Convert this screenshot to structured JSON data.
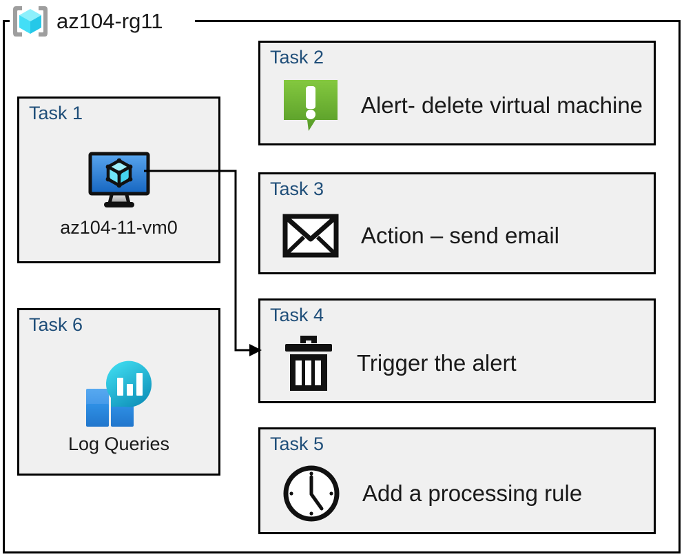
{
  "resource_group": {
    "icon": "resource-group-cube-icon",
    "title": "az104-rg11"
  },
  "colors": {
    "frame_border": "#000000",
    "task_box_fill": "#f0f0f0",
    "task_label_blue": "#1F4E79",
    "caption_black": "#1a1a1a",
    "alert_green_light": "#7FBF3F",
    "alert_green_dark": "#5C9E2C",
    "vm_blue_light": "#4F9BE8",
    "vm_blue_dark": "#1565C0",
    "cube_cyan": "#6EE8F5",
    "log_analytics_cyan": "#32D4E8",
    "log_analytics_blue": "#2A8FE0",
    "rg_icon_cyan": "#4FE3F7",
    "rg_icon_bracket_gray": "#9E9E9E"
  },
  "tasks": [
    {
      "id": "task-1",
      "label": "Task 1",
      "caption": "az104-11-vm0",
      "icon": "virtual-machine-icon",
      "column": "left"
    },
    {
      "id": "task-2",
      "label": "Task 2",
      "caption": "Alert- delete virtual machine",
      "icon": "alert-bubble-icon",
      "column": "right"
    },
    {
      "id": "task-3",
      "label": "Task 3",
      "caption": "Action – send email",
      "icon": "envelope-icon",
      "column": "right"
    },
    {
      "id": "task-4",
      "label": "Task 4",
      "caption": "Trigger the alert",
      "icon": "trash-can-icon",
      "column": "right"
    },
    {
      "id": "task-5",
      "label": "Task 5",
      "caption": "Add a processing rule",
      "icon": "clock-icon",
      "column": "right"
    },
    {
      "id": "task-6",
      "label": "Task 6",
      "caption": "Log Queries",
      "icon": "log-analytics-icon",
      "column": "left"
    }
  ],
  "connector": {
    "from": "task-1",
    "to": "task-4",
    "style": "elbow-arrow"
  }
}
